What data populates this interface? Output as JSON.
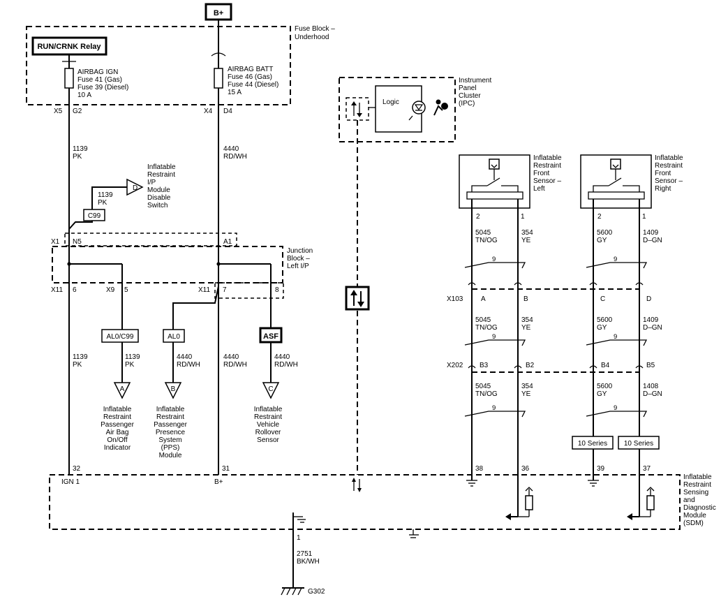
{
  "power": {
    "bplus": "B+"
  },
  "fuse_block": {
    "title_lines": [
      "Fuse Block –",
      "Underhood"
    ],
    "relay": "RUN/CRNK Relay",
    "fuse_ign": [
      "AIRBAG IGN",
      "Fuse 41 (Gas)",
      "Fuse 39 (Diesel)",
      "10 A"
    ],
    "fuse_batt": [
      "AIRBAG BATT",
      "Fuse 46 (Gas)",
      "Fuse 44 (Diesel)",
      "15 A"
    ],
    "pins": {
      "x5": "X5",
      "g2": "G2",
      "x4": "X4",
      "d4": "D4"
    }
  },
  "wires": {
    "w1139_num": "1139",
    "pk": "PK",
    "w4440_num": "4440",
    "rdwh": "RD/WH",
    "w5045_num": "5045",
    "tnog": "TN/OG",
    "w354_num": "354",
    "ye": "YE",
    "w5600_num": "5600",
    "gy": "GY",
    "w1409_num": "1409",
    "dgn": "D–GN",
    "w1409_alt": "1408",
    "w2751_num": "2751",
    "bkwh": "BK/WH",
    "twist": "9"
  },
  "disable_switch": {
    "letter": "D",
    "label_lines": [
      "Inflatable",
      "Restraint",
      "I/P",
      "Module",
      "Disable",
      "Switch"
    ],
    "option": "C99"
  },
  "junction_block": {
    "title_lines": [
      "Junction",
      "Block –",
      "Left I/P"
    ],
    "pins": {
      "x1": "X1",
      "n5": "N5",
      "a1": "A1",
      "x11": "X11",
      "p6": "6",
      "x9": "X9",
      "p5": "5",
      "x11b": "X11",
      "p7": "7",
      "p8": "8"
    }
  },
  "options": {
    "al0c99": "AL0/C99",
    "al0": "AL0",
    "asf": "ASF",
    "series1": "10 Series",
    "series2": "10 Series"
  },
  "refs": {
    "a": {
      "letter": "A",
      "lines": [
        "Inflatable",
        "Restraint",
        "Passenger",
        "Air Bag",
        "On/Off",
        "Indicator"
      ]
    },
    "b": {
      "letter": "B",
      "lines": [
        "Inflatable",
        "Restraint",
        "Passenger",
        "Presence",
        "System",
        "(PPS)",
        "Module"
      ]
    },
    "c": {
      "letter": "C",
      "lines": [
        "Inflatable",
        "Restraint",
        "Vehicle",
        "Rollover",
        "Sensor"
      ]
    }
  },
  "ipc": {
    "title_lines": [
      "Instrument",
      "Panel",
      "Cluster",
      "(IPC)"
    ],
    "logic": "Logic"
  },
  "sensors": {
    "left": {
      "title_lines": [
        "Inflatable",
        "Restraint",
        "Front",
        "Sensor –",
        "Left"
      ],
      "pin2": "2",
      "pin1": "1"
    },
    "right": {
      "title_lines": [
        "Inflatable",
        "Restraint",
        "Front",
        "Sensor –",
        "Right"
      ],
      "pin2": "2",
      "pin1": "1"
    }
  },
  "connectors": {
    "x103": {
      "name": "X103",
      "pins": [
        "A",
        "B",
        "C",
        "D"
      ]
    },
    "x202": {
      "name": "X202",
      "pins": [
        "B3",
        "B2",
        "B4",
        "B5"
      ]
    }
  },
  "sdm": {
    "title_lines": [
      "Inflatable",
      "Restraint",
      "Sensing",
      "and",
      "Diagnostic",
      "Module",
      "(SDM)"
    ],
    "pins": {
      "p32": "32",
      "ign1": "IGN 1",
      "p31": "31",
      "bplus": "B+",
      "p38": "38",
      "p36": "36",
      "p39": "39",
      "p37": "37",
      "p1": "1"
    }
  },
  "ground": {
    "name": "G302"
  }
}
